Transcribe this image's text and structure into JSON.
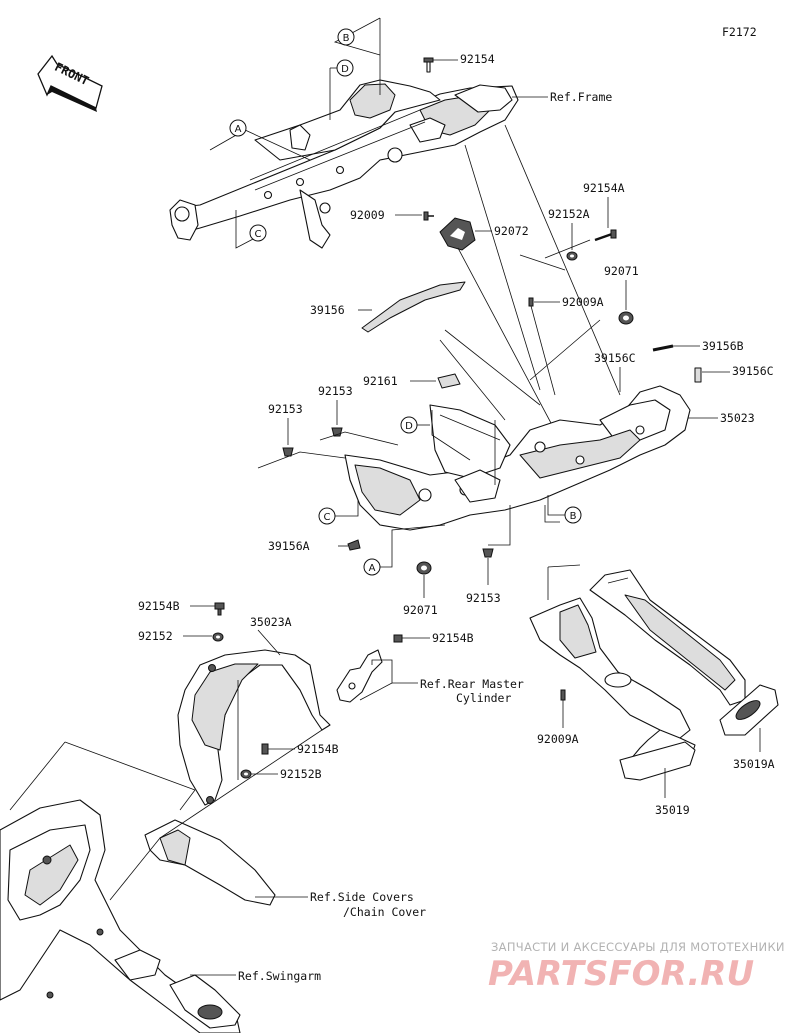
{
  "figure_code": "F2172",
  "front_label": "FRONT",
  "watermark": {
    "tagline": "ЗАПЧАСТИ И АКСЕССУАРЫ ДЛЯ МОТОТЕХНИКИ",
    "brand": "PARTSFOR.RU"
  },
  "callouts": {
    "A": "A",
    "B": "B",
    "C": "C",
    "D": "D"
  },
  "parts": {
    "p92154_top": "92154",
    "ref_frame": "Ref.Frame",
    "p92154A": "92154A",
    "p92009": "92009",
    "p92152A": "92152A",
    "p92072": "92072",
    "p92071_top": "92071",
    "p39156": "39156",
    "p92009A_top": "92009A",
    "p39156B": "39156B",
    "p39156C_left": "39156C",
    "p92161": "92161",
    "p39156C_right": "39156C",
    "p92153_a": "92153",
    "p92153_b": "92153",
    "p35023": "35023",
    "p39156A": "39156A",
    "p92071_bottom": "92071",
    "p92153_c": "92153",
    "p92154B_top": "92154B",
    "p35023A": "35023A",
    "p92152": "92152",
    "p92154B_mid": "92154B",
    "ref_rear_master_1": "Ref.Rear Master",
    "ref_rear_master_2": "Cylinder",
    "p92009A_bottom": "92009A",
    "p92154B_low": "92154B",
    "p35019A": "35019A",
    "p92152B": "92152B",
    "p35019": "35019",
    "ref_side_covers_1": "Ref.Side Covers",
    "ref_side_covers_2": "/Chain Cover",
    "ref_swingarm": "Ref.Swingarm"
  }
}
